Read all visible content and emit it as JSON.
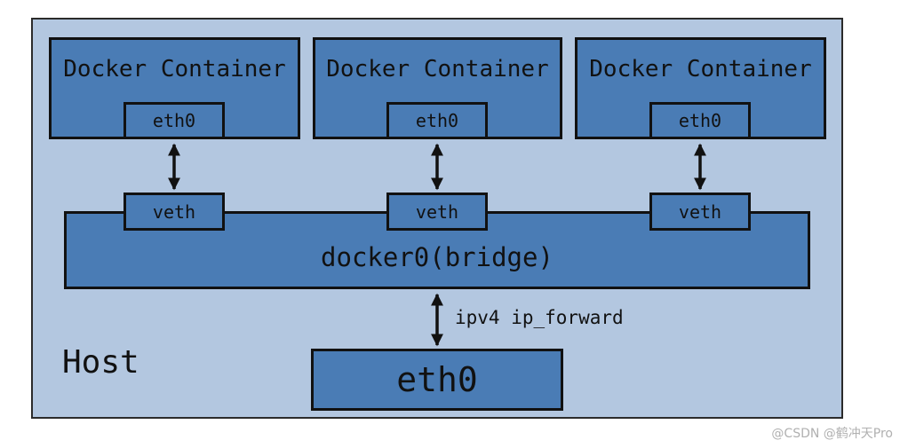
{
  "host": {
    "label": "Host"
  },
  "containers": [
    {
      "title": "Docker Container",
      "iface": "eth0",
      "veth": "veth"
    },
    {
      "title": "Docker Container",
      "iface": "eth0",
      "veth": "veth"
    },
    {
      "title": "Docker Container",
      "iface": "eth0",
      "veth": "veth"
    }
  ],
  "bridge": {
    "label": "docker0(bridge)"
  },
  "forward": {
    "label": "ipv4 ip_forward"
  },
  "host_eth": {
    "label": "eth0"
  },
  "watermark": {
    "text": "@CSDN @鹤冲天Pro"
  },
  "colors": {
    "host_bg": "#b3c7e0",
    "box_fill": "#4a7cb5",
    "stroke": "#111111"
  }
}
